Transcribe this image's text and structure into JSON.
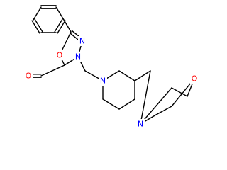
{
  "colors": {
    "bond": "#000000",
    "carbon": "#000000",
    "nitrogen": "#0000ff",
    "oxygen": "#ff0000",
    "background": "#ffffff"
  },
  "atoms": [
    {
      "name": "oxadiazole-n3",
      "symbol": "N",
      "label": "N",
      "color_key": "nitrogen"
    },
    {
      "name": "oxadiazole-n4",
      "symbol": "N",
      "label": "N",
      "color_key": "nitrogen"
    },
    {
      "name": "oxadiazole-o1",
      "symbol": "O",
      "label": "O",
      "color_key": "oxygen"
    },
    {
      "name": "carbonyl-oxygen",
      "symbol": "O",
      "label": "O",
      "color_key": "oxygen"
    },
    {
      "name": "piperidine-n",
      "symbol": "N",
      "label": "N",
      "color_key": "nitrogen"
    },
    {
      "name": "morpholine-n",
      "symbol": "N",
      "label": "N",
      "color_key": "nitrogen"
    },
    {
      "name": "morpholine-o",
      "symbol": "O",
      "label": "O",
      "color_key": "oxygen"
    }
  ]
}
